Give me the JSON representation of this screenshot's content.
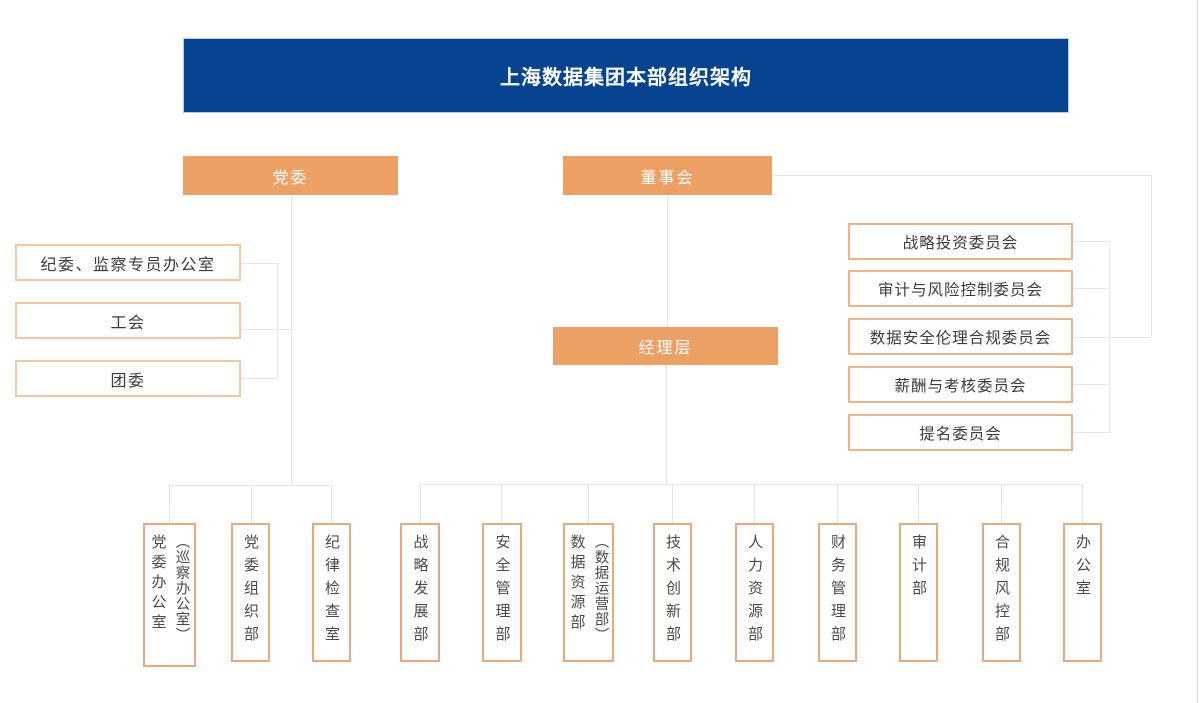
{
  "title": "上海数据集团本部组织架构",
  "top_units": {
    "party": {
      "label": "党委"
    },
    "board": {
      "label": "董事会"
    },
    "management": {
      "label": "经理层"
    }
  },
  "party_orgs": [
    {
      "label": "纪委、监察专员办公室"
    },
    {
      "label": "工会"
    },
    {
      "label": "团委"
    }
  ],
  "board_committees": [
    {
      "label": "战略投资委员会"
    },
    {
      "label": "审计与风险控制委员会"
    },
    {
      "label": "数据安全伦理合规委员会"
    },
    {
      "label": "薪酬与考核委员会"
    },
    {
      "label": "提名委员会"
    }
  ],
  "departments": [
    {
      "label": "党委办公室",
      "sublabel": "（巡察办公室）"
    },
    {
      "label": "党委组织部"
    },
    {
      "label": "纪律检查室"
    },
    {
      "label": "战略发展部"
    },
    {
      "label": "安全管理部"
    },
    {
      "label": "数据资源部",
      "sublabel": "（数据运营部）"
    },
    {
      "label": "技术创新部"
    },
    {
      "label": "人力资源部"
    },
    {
      "label": "财务管理部"
    },
    {
      "label": "审计部"
    },
    {
      "label": "合规风控部"
    },
    {
      "label": "办公室"
    }
  ],
  "colors": {
    "header_blue": "#064391",
    "box_orange": "#EDA063",
    "border_orange": "#E9A97C",
    "connector_gray": "#E4E6EC"
  }
}
